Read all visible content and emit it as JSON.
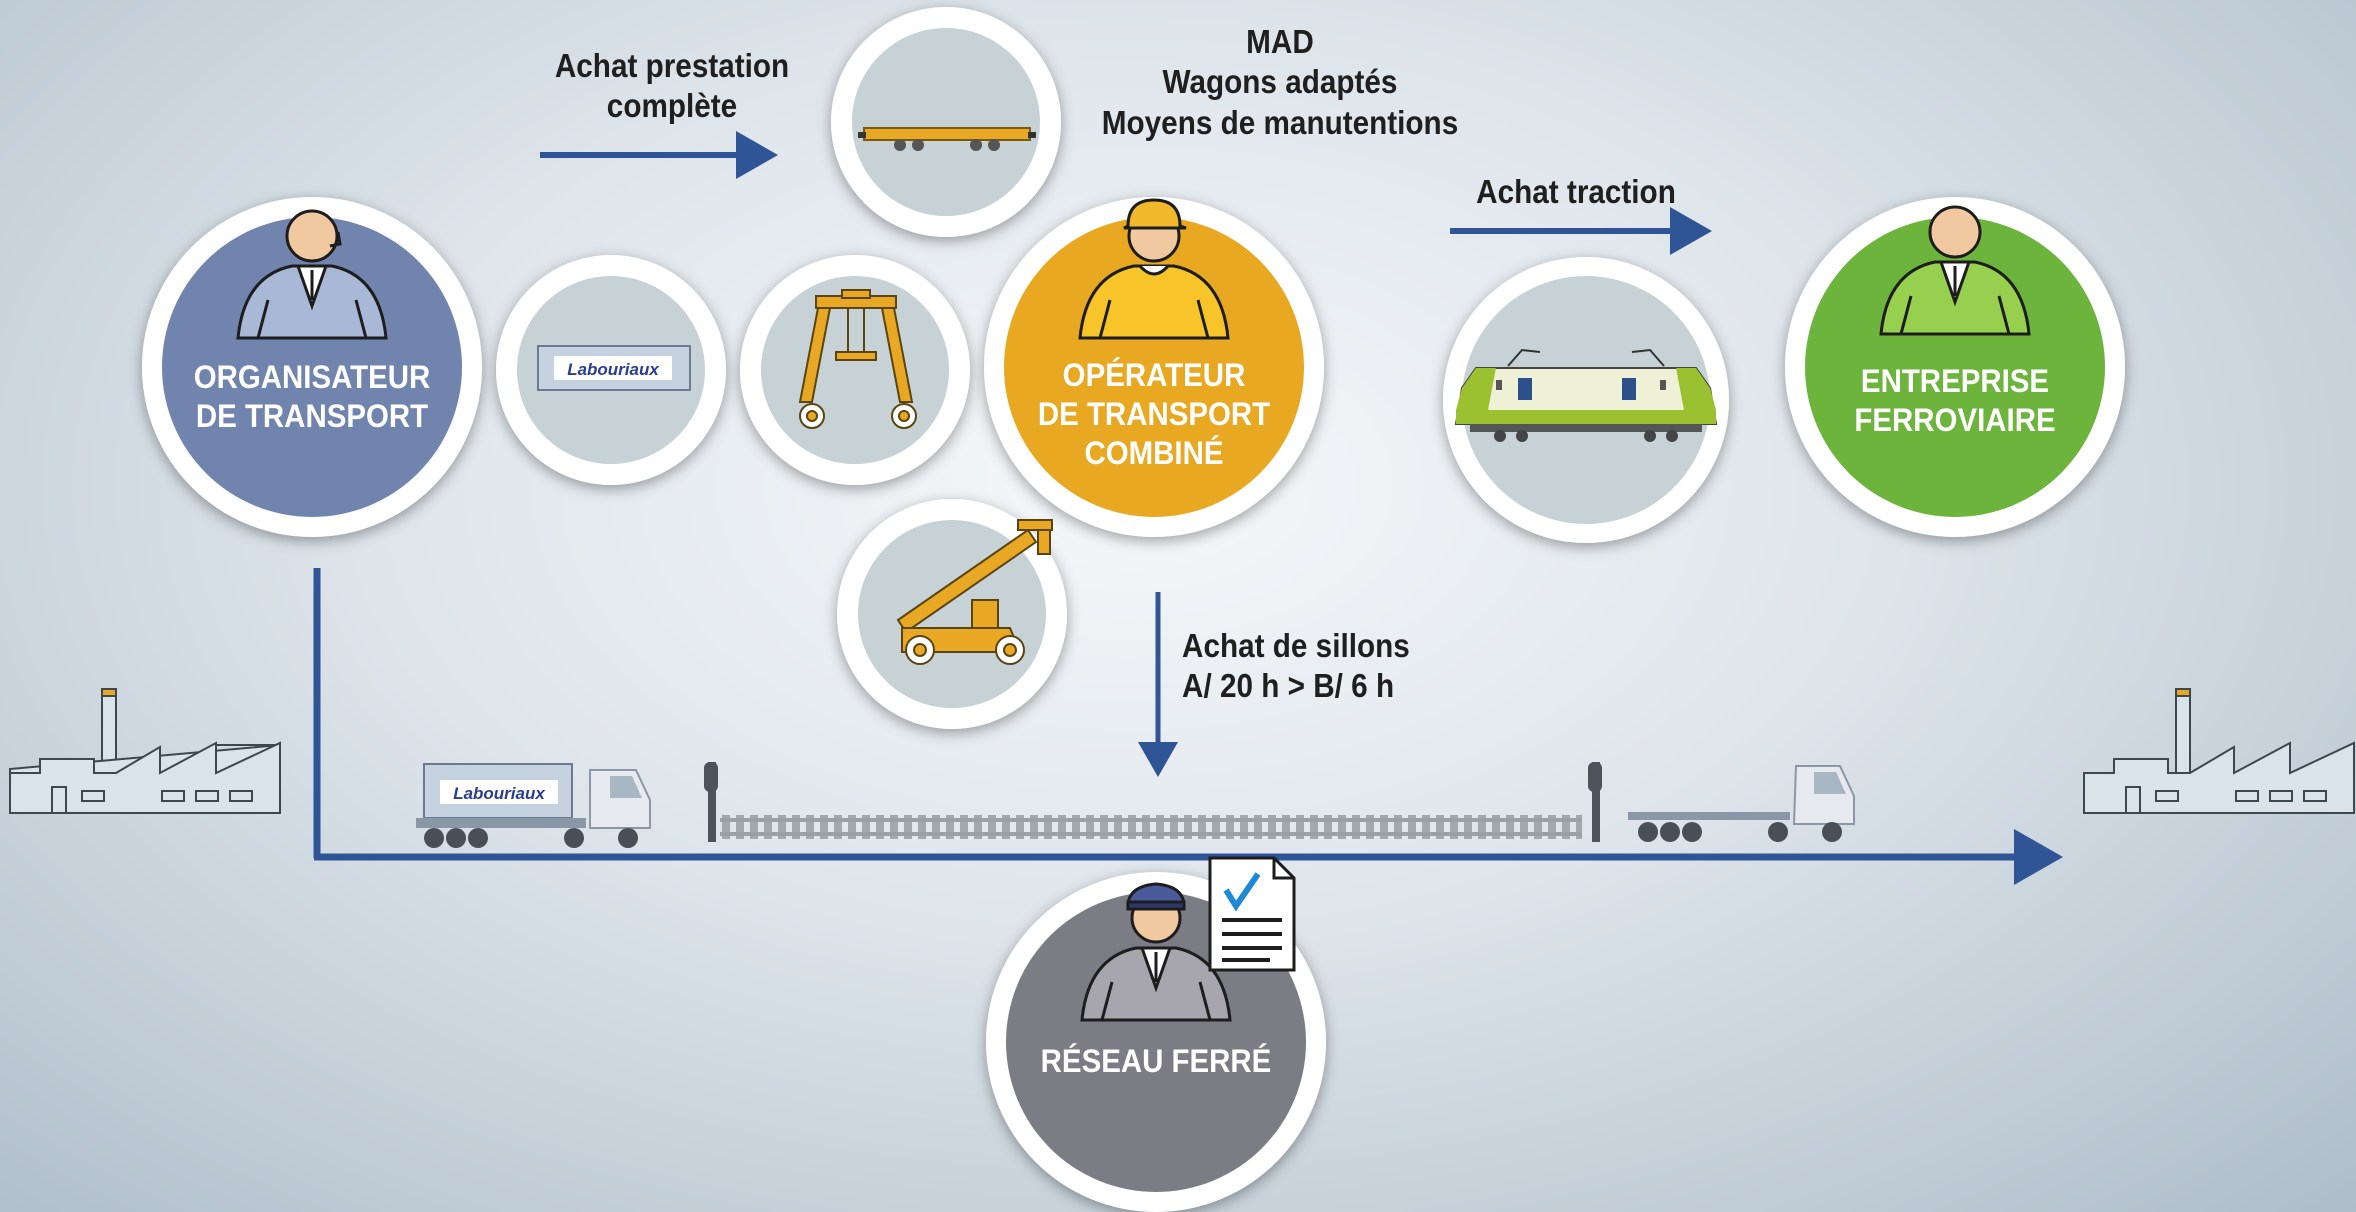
{
  "actors": {
    "organisateur": {
      "line1": "ORGANISATEUR",
      "line2": "DE TRANSPORT",
      "color": "#6f84ad"
    },
    "operateur": {
      "line1": "OPÉRATEUR",
      "line2": "DE TRANSPORT",
      "line3": "COMBINÉ",
      "color": "#e8a824"
    },
    "entreprise": {
      "line1": "ENTREPRISE",
      "line2": "FERROVIAIRE",
      "color": "#6db43d"
    },
    "reseau": {
      "line1": "RÉSEAU FERRÉ",
      "color": "#7c7b84"
    }
  },
  "flows": {
    "achat_prestation": {
      "line1": "Achat prestation",
      "line2": "complète"
    },
    "mad": {
      "line1": "MAD",
      "line2": "Wagons adaptés",
      "line3": "Moyens de manutentions"
    },
    "achat_traction": {
      "line1": "Achat traction"
    },
    "achat_sillons": {
      "line1": "Achat de sillons",
      "line2": "A/ 20 h > B/ 6 h"
    }
  },
  "branding": {
    "container_text": "Labouriaux"
  },
  "icons": {
    "organisateur": "person-headset-icon",
    "operateur": "worker-helmet-icon",
    "entreprise": "person-icon",
    "reseau": "conductor-cap-icon",
    "document": "document-check-icon",
    "wagon": "flat-wagon-icon",
    "container": "container-icon",
    "gantry": "gantry-crane-icon",
    "reach_stacker": "reach-stacker-icon",
    "locomotive": "locomotive-icon",
    "factory": "factory-icon",
    "truck": "truck-icon"
  },
  "colors": {
    "arrow": "#2f5597"
  }
}
